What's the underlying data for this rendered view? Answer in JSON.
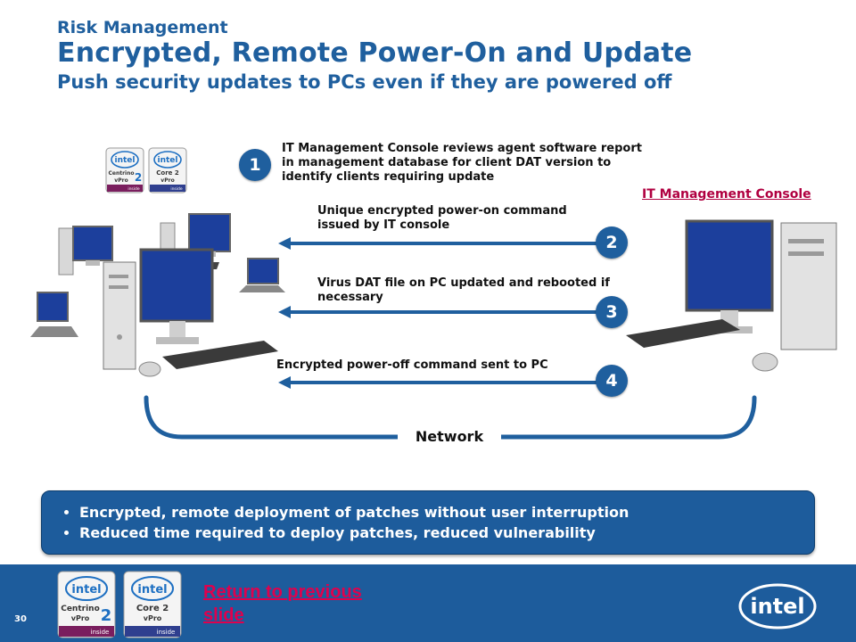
{
  "header": {
    "category": "Risk Management",
    "title": "Encrypted, Remote Power-On and Update",
    "subtitle": "Push security updates to PCs even if they are powered off"
  },
  "steps": [
    {
      "num": "1",
      "text": "IT Management Console reviews agent software report in management database for client DAT version to identify clients requiring update"
    },
    {
      "num": "2",
      "text": "Unique encrypted power-on command issued by IT console"
    },
    {
      "num": "3",
      "text": "Virus DAT file on PC updated and rebooted if necessary"
    },
    {
      "num": "4",
      "text": "Encrypted power-off command sent to PC"
    }
  ],
  "console_label": "IT Management Console",
  "network_label": "Network",
  "benefits": [
    "Encrypted, remote deployment of patches without user interruption",
    "Reduced time required to deploy patches, reduced vulnerability"
  ],
  "logos": {
    "top_left": [
      {
        "brand": "intel",
        "line1": "Centrino",
        "line2": "vPro",
        "badge": "2",
        "tag": "inside"
      },
      {
        "brand": "intel",
        "line1": "Core 2",
        "line2": "vPro",
        "badge": "",
        "tag": "inside"
      }
    ],
    "footer": [
      {
        "brand": "intel",
        "line1": "Centrino",
        "line2": "vPro",
        "badge": "2",
        "tag": "inside"
      },
      {
        "brand": "intel",
        "line1": "Core 2",
        "line2": "vPro",
        "badge": "",
        "tag": "inside"
      }
    ],
    "intel_corner": "intel"
  },
  "footer": {
    "page_number": "30",
    "return_link": "Return to previous slide"
  },
  "colors": {
    "primary": "#1f5f9e",
    "footer": "#1d5c9c",
    "link": "#e0004d",
    "console_label": "#b00040"
  }
}
